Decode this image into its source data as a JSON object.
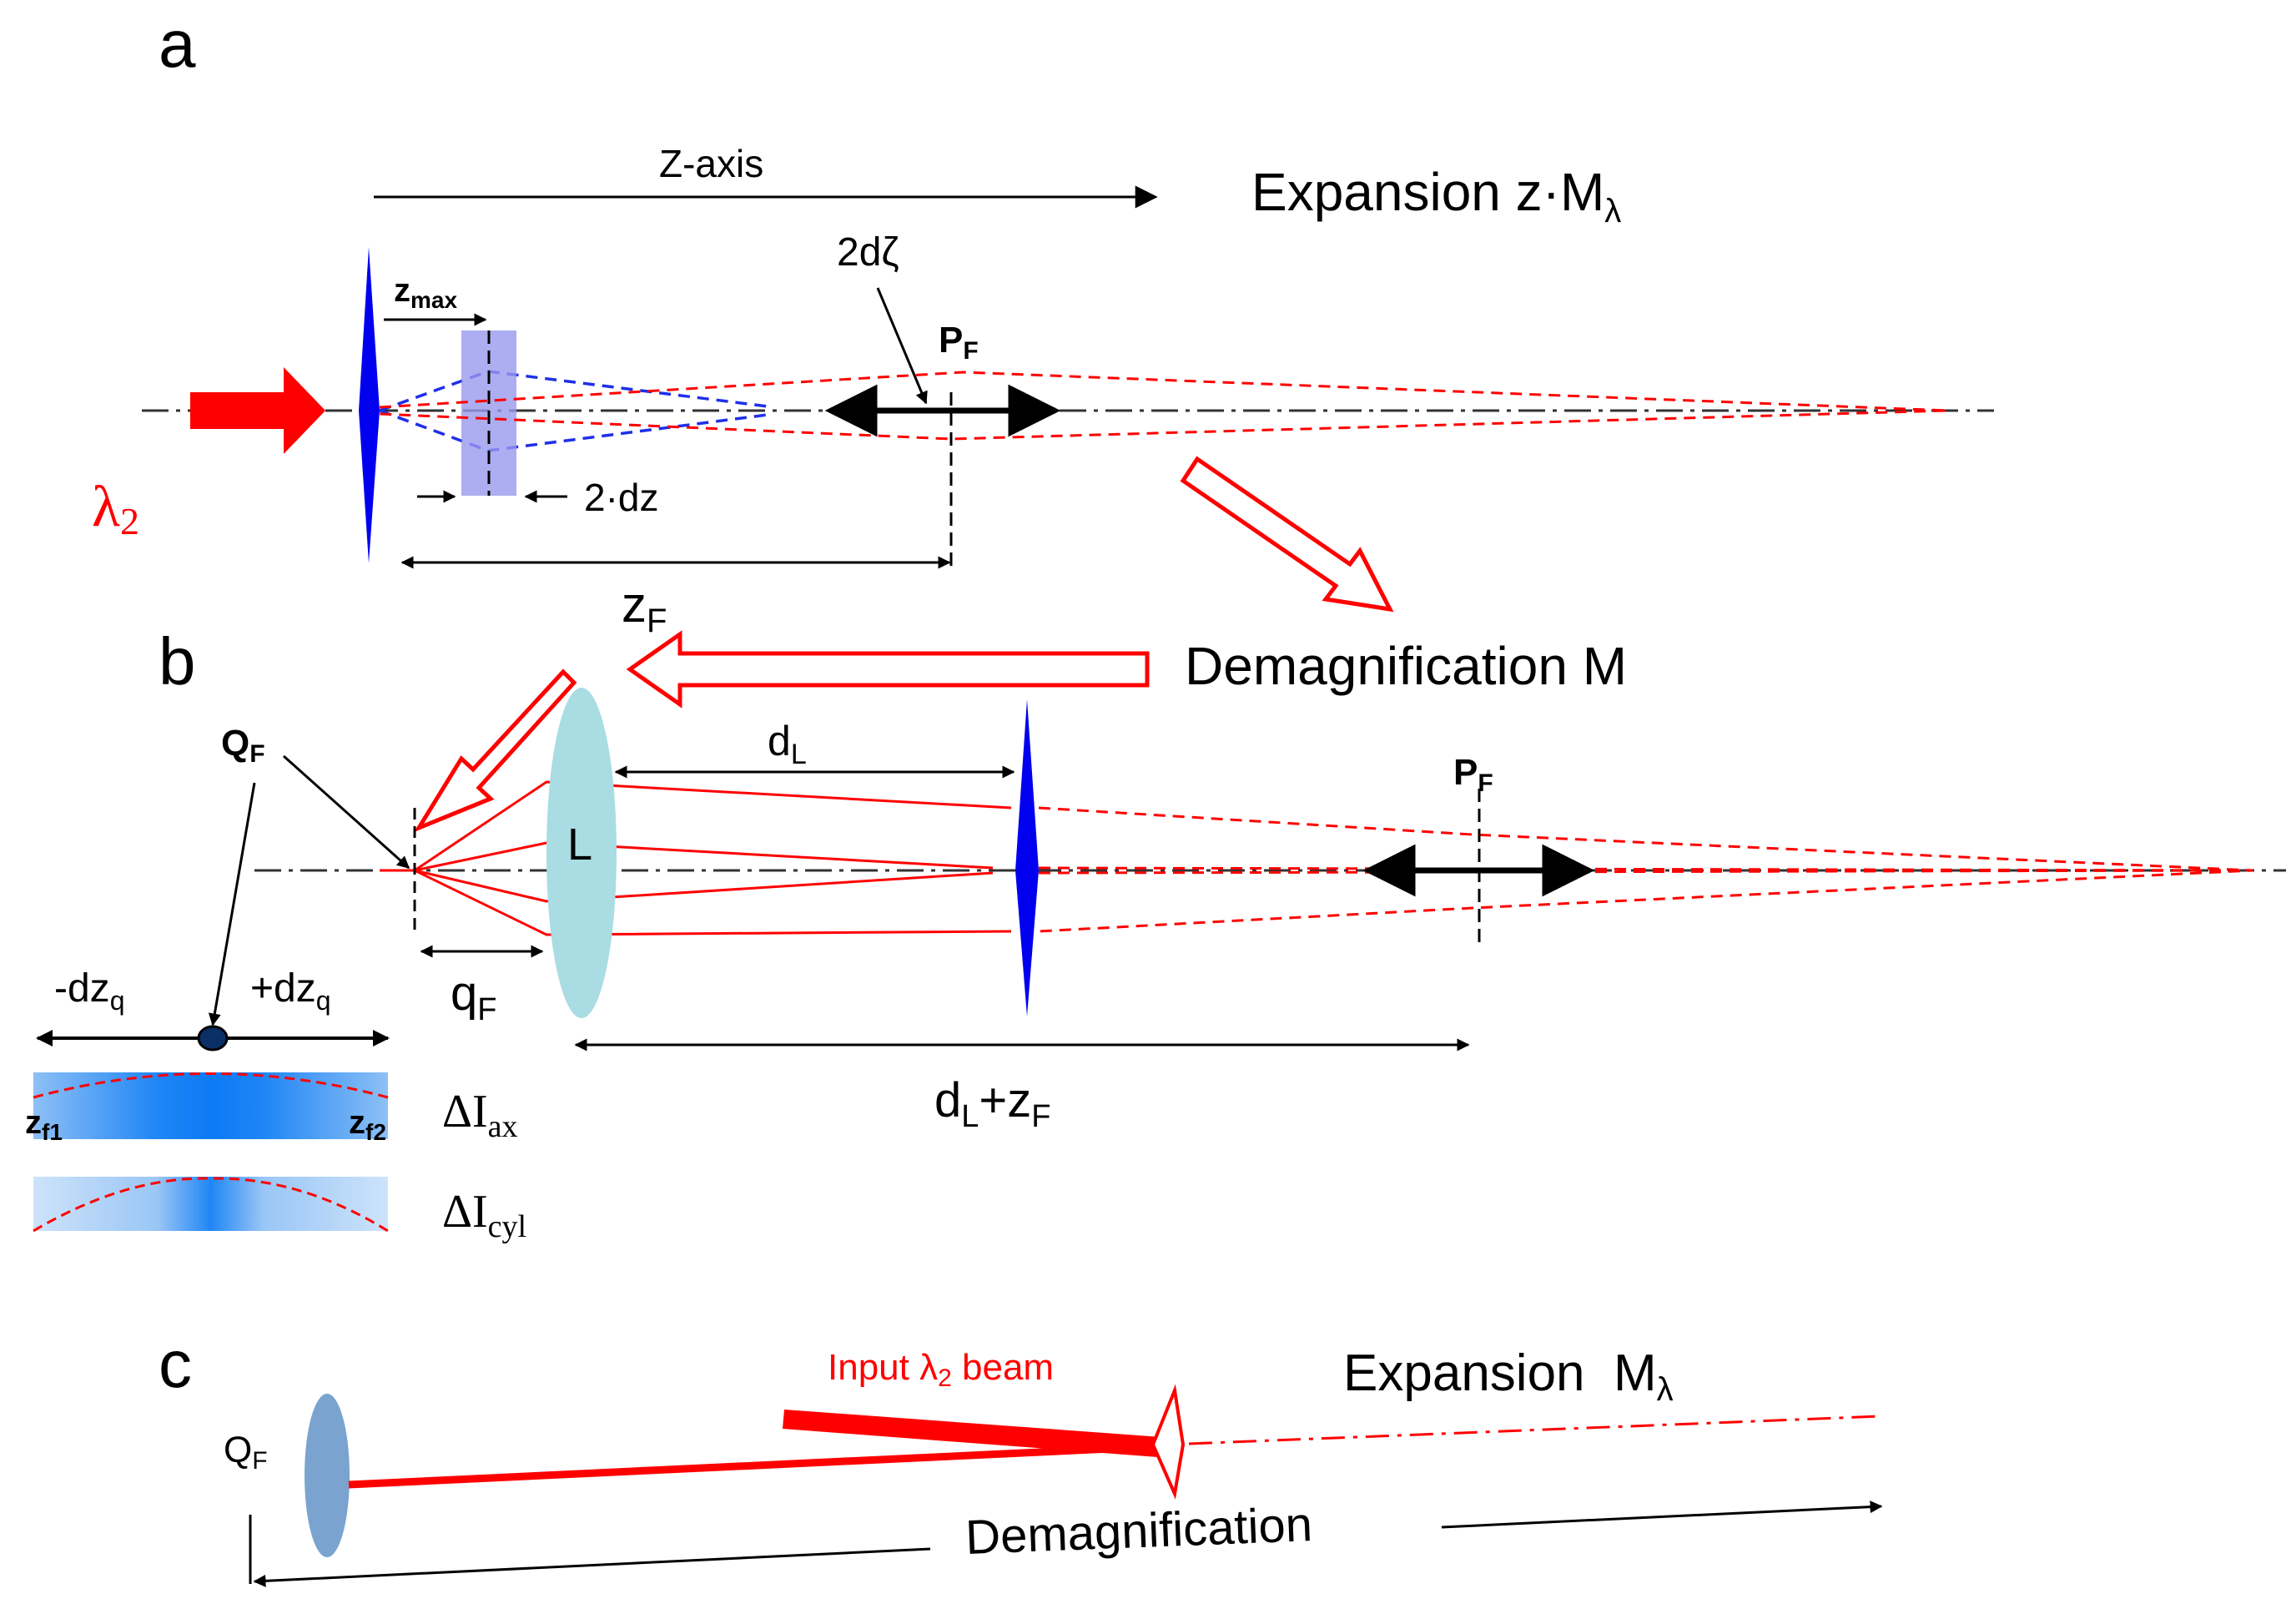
{
  "colors": {
    "beam": "#ff0000",
    "lens": "#0000ee",
    "axis": "#333333",
    "sample": "#9999ee",
    "lens_L": "#a9dce3",
    "lens_c": "#7aa4cf"
  },
  "panel_a": {
    "letter": "a",
    "z_axis": "Z-axis",
    "expansion": "Expansion z·M",
    "expansion_sub": "λ",
    "two_dzeta": "2dζ",
    "pf": "P",
    "pf_sub": "F",
    "zmax": "z",
    "zmax_sub": "max",
    "lambda": "λ",
    "lambda_sub": "2",
    "two_dz": "2·dz",
    "zf": "z",
    "zf_sub": "F"
  },
  "panel_b": {
    "letter": "b",
    "demag": "Demagnification M",
    "qf": "Q",
    "qf_sub": "F",
    "dl": "d",
    "dl_sub": "L",
    "pf": "P",
    "pf_sub": "F",
    "lens_label": "L",
    "qf_dist": "q",
    "qf_dist_sub": "F",
    "minus_dzq": "-dz",
    "plus_dzq": "+dz",
    "dzq_sub": "q",
    "zf1": "z",
    "zf1_sub": "f1",
    "zf2": "z",
    "zf2_sub": "f2",
    "delta_ax": "ΔI",
    "delta_ax_sub": "ax",
    "delta_cyl": "ΔI",
    "delta_cyl_sub": "cyl",
    "dl_zf": "d",
    "dl_zf_sub1": "L",
    "dl_zf_mid": "+z",
    "dl_zf_sub2": "F"
  },
  "panel_c": {
    "letter": "c",
    "input_beam": "Input λ",
    "input_beam_sub": "2",
    "input_beam_end": " beam",
    "expansion": "Expansion  M",
    "expansion_sub": "λ",
    "qf": "Q",
    "qf_sub": "F",
    "demag": "Demagnification"
  }
}
